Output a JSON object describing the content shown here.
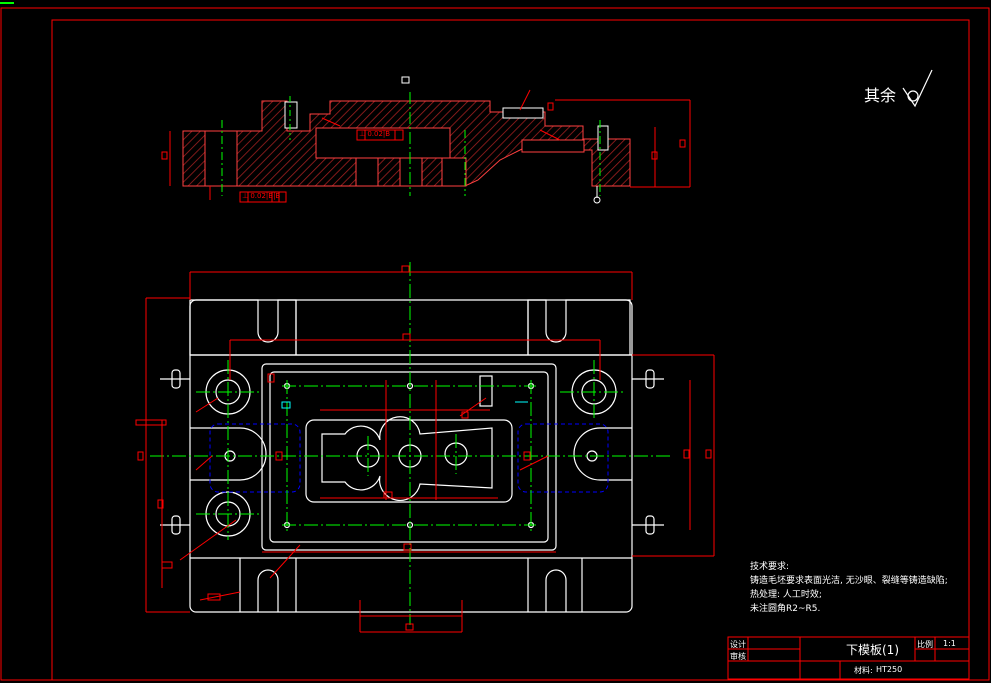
{
  "surface_finish": {
    "label": "其余"
  },
  "tech_requirements": {
    "title": "技术要求:",
    "items": [
      "铸造毛坯要求表面光洁, 无沙眼、裂缝等铸造缺陷;",
      "热处理: 人工时效;",
      "未注圆角R2~R5."
    ]
  },
  "title_block": {
    "design_label": "设计",
    "review_label": "审核",
    "part_name": "下模板(1)",
    "scale_label": "比例",
    "scale_value": "1:1",
    "material_label": "材料:",
    "material_value": "HT250"
  },
  "gdt": {
    "top_frame": "⊥ 0.02|B",
    "bottom_frame": "⊥ 0.02|B|B"
  },
  "colors": {
    "background": "#000000",
    "border": "#ff0000",
    "outline": "#ffffff",
    "centerline": "#00ff00",
    "dimension": "#ff0000",
    "hatch": "#a02020",
    "hidden": "#0000ff",
    "cyan": "#00ffff"
  }
}
